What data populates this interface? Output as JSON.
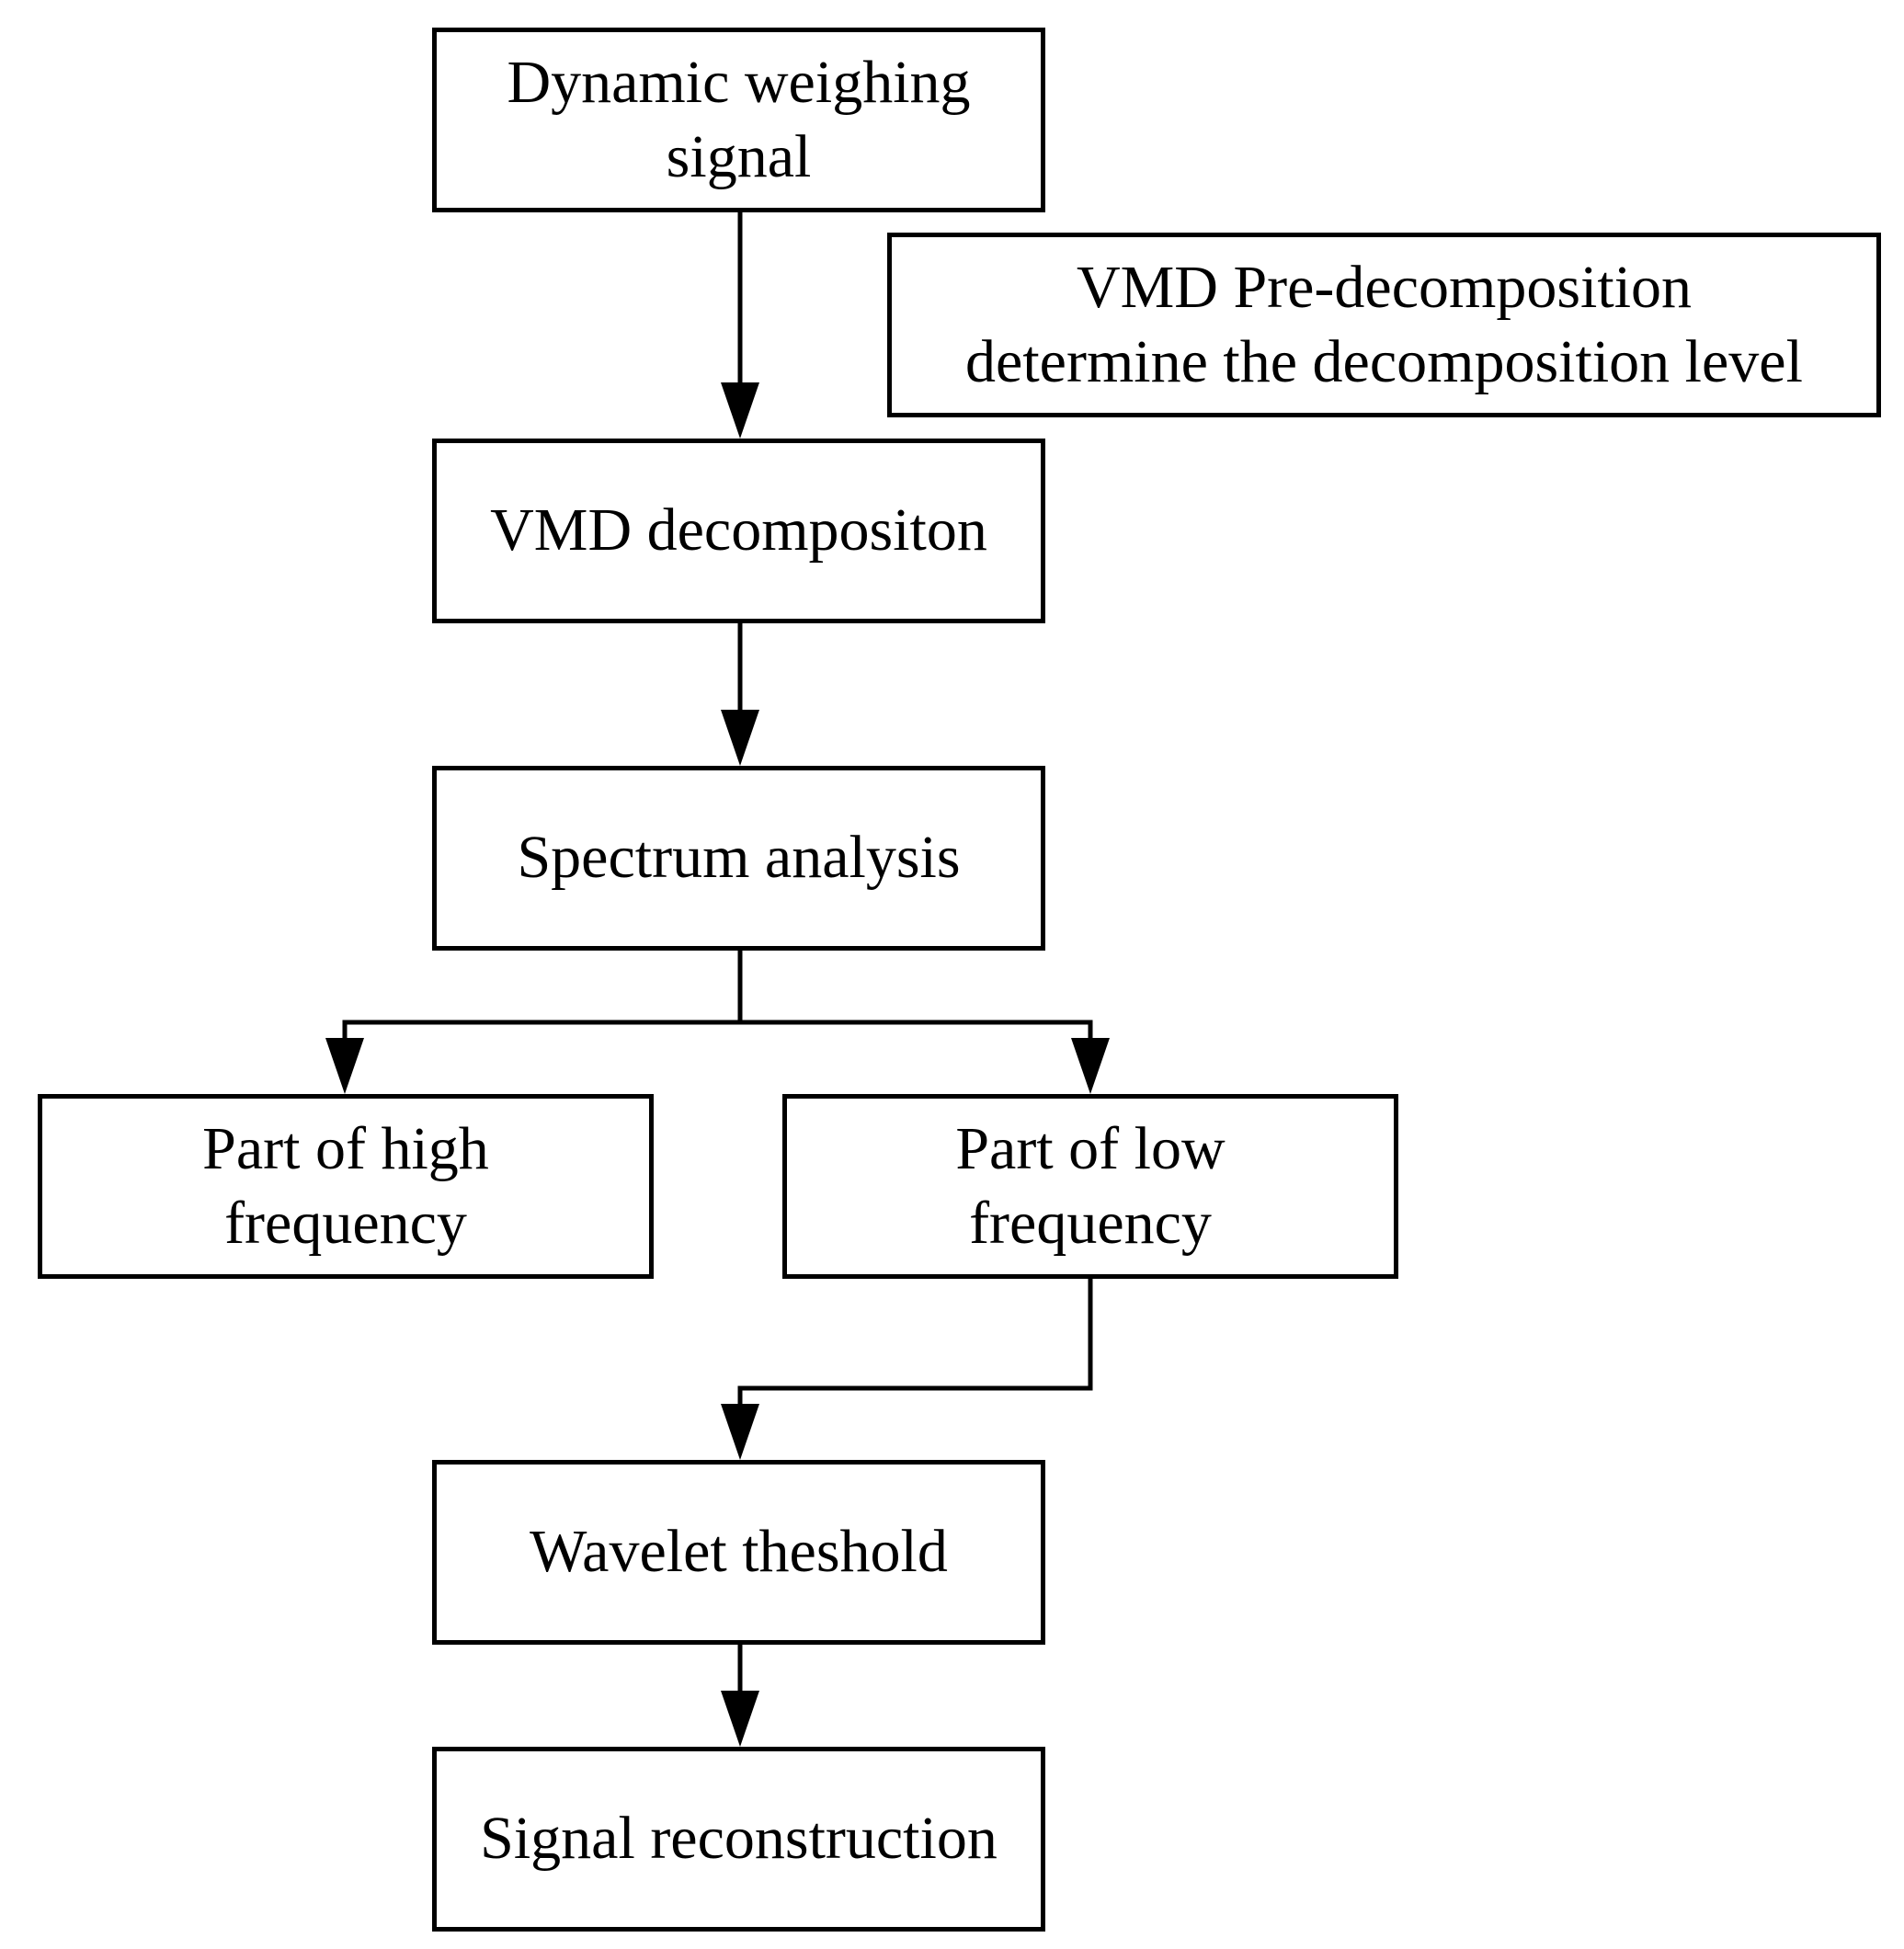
{
  "diagram": {
    "type": "flowchart",
    "nodes": {
      "dynamic_weighing_signal": {
        "lines": [
          "Dynamic weighing",
          "signal"
        ]
      },
      "vmd_pre_decomposition": {
        "lines": [
          "VMD Pre-decomposition",
          "determine the decomposition level"
        ]
      },
      "vmd_decomposition": {
        "lines": [
          "VMD decompositon"
        ]
      },
      "spectrum_analysis": {
        "lines": [
          "Spectrum analysis"
        ]
      },
      "high_frequency": {
        "lines": [
          "Part of high",
          "frequency"
        ]
      },
      "low_frequency": {
        "lines": [
          "Part of low",
          "frequency"
        ]
      },
      "wavelet_threshold": {
        "lines": [
          "Wavelet theshold"
        ]
      },
      "signal_reconstruction": {
        "lines": [
          "Signal reconstruction"
        ]
      }
    },
    "edges": [
      {
        "from": "dynamic_weighing_signal",
        "to": "vmd_decomposition"
      },
      {
        "from": "vmd_decomposition",
        "to": "spectrum_analysis"
      },
      {
        "from": "spectrum_analysis",
        "to": "high_frequency"
      },
      {
        "from": "spectrum_analysis",
        "to": "low_frequency"
      },
      {
        "from": "low_frequency",
        "to": "wavelet_threshold"
      },
      {
        "from": "wavelet_threshold",
        "to": "signal_reconstruction"
      }
    ],
    "colors": {
      "stroke": "#000000",
      "background": "#ffffff",
      "text": "#000000"
    }
  }
}
